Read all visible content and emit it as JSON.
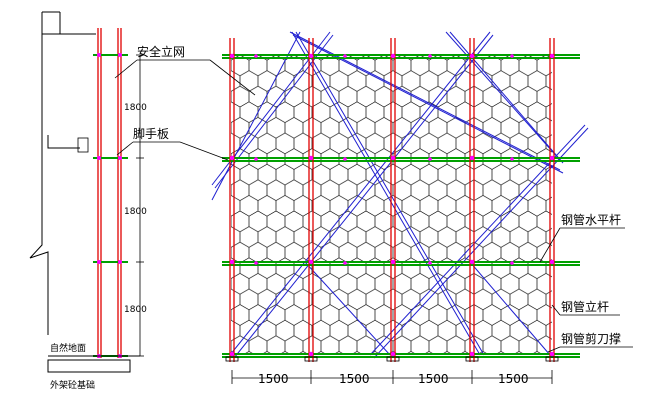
{
  "labels": {
    "safety_net": "安全立网",
    "scaffold_board": "脚手板",
    "horizontal_bar": "钢管水平杆",
    "vertical_pole": "钢管立杆",
    "diagonal_brace": "钢管剪刀撑",
    "natural_ground": "自然地面",
    "foundation": "外架砼基础"
  },
  "vertical_spacing": [
    "1800",
    "1800",
    "1800"
  ],
  "horizontal_spacing": [
    "1500",
    "1500",
    "1500",
    "1500"
  ],
  "colors": {
    "pole": "#e00000",
    "horizontal": "#00a000",
    "brace": "#2020d0",
    "net": "#000000",
    "clamp": "#ff00ff"
  }
}
